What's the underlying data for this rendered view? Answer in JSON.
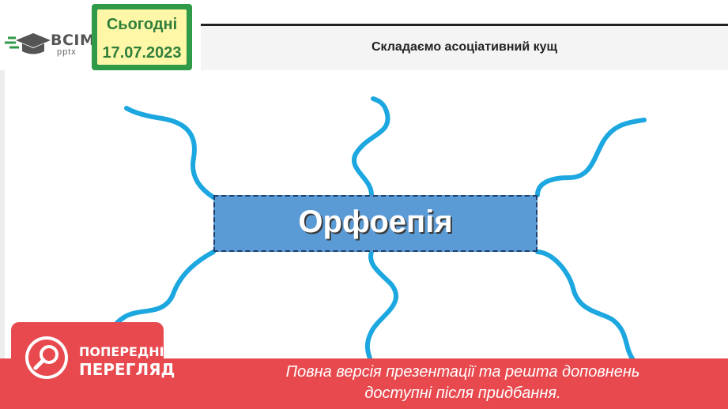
{
  "logo": {
    "main": "ВСІМ",
    "sub": "pptx"
  },
  "date": {
    "label": "Сьогодні",
    "value": "17.07.2023"
  },
  "slide": {
    "title": "Складаємо асоціативний кущ",
    "center_word": "Орфоепія"
  },
  "preview": {
    "line1": "ПОПЕРЕДНІЙ",
    "line2": "ПЕРЕГЛЯД",
    "icon": "magnifier-icon"
  },
  "banner": {
    "line1": "Повна версія презентації та решта доповнень",
    "line2": "доступні після придбання."
  },
  "colors": {
    "accent_green": "#2f9a48",
    "date_bg": "#fff7a8",
    "center_box": "#5b9bd5",
    "branch": "#1ca7e0",
    "banner_red": "#e8494e"
  }
}
